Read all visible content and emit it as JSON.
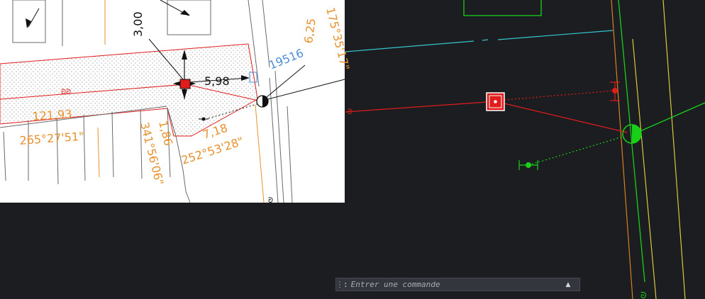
{
  "colors": {
    "background": "#1b1d21",
    "paper": "#ffffff",
    "parcel_red": "#e01c1c",
    "dimension_orange": "#e8912c",
    "label_blue": "#4f8fd6",
    "cyan_line": "#35c6cc",
    "green_line": "#19d019",
    "yellow_line": "#d9c93a",
    "orange_line": "#d9801f"
  },
  "viewport_left": {
    "labels": {
      "distance_top": "3,00",
      "bearing_top_right": "175°35'17\"",
      "length_626": "6,25",
      "parcel_number": "19516",
      "distance_598": "5,98",
      "length_12193": "121,93",
      "bearing_265": "265°27'51\"",
      "bearing_341": "341°56'06\"",
      "length_186": "1,86",
      "length_718": "7,18",
      "bearing_252": "252°53'28\""
    }
  },
  "command_line": {
    "prompt_icon": ":",
    "placeholder": "Entrer une commande",
    "value": "",
    "history_arrow": "▲"
  }
}
